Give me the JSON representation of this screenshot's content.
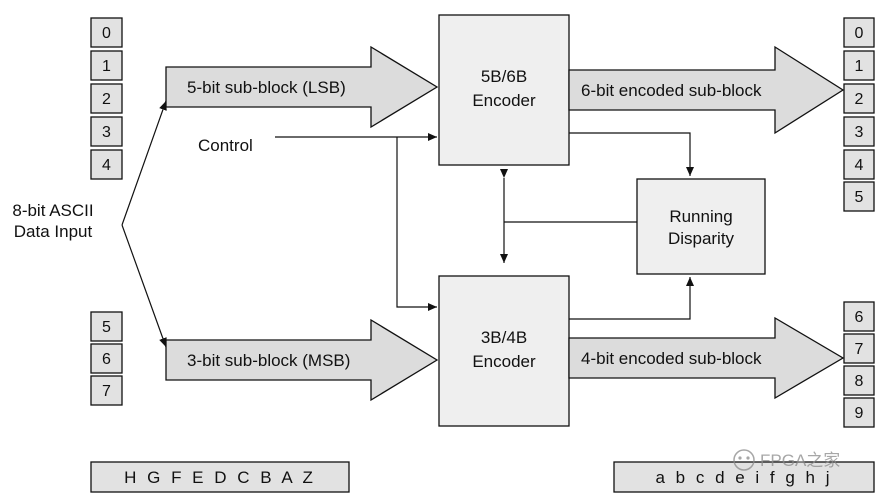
{
  "input": {
    "label_line1": "8-bit ASCII",
    "label_line2": "Data Input",
    "bits_top": [
      "0",
      "1",
      "2",
      "3",
      "4"
    ],
    "bits_bottom": [
      "5",
      "6",
      "7"
    ],
    "bit_order": "H G F E D C B A Z"
  },
  "control_label": "Control",
  "lsb_arrow_label": "5-bit sub-block (LSB)",
  "msb_arrow_label": "3-bit sub-block (MSB)",
  "enc56": {
    "line1": "5B/6B",
    "line2": "Encoder"
  },
  "enc34": {
    "line1": "3B/4B",
    "line2": "Encoder"
  },
  "disparity": {
    "line1": "Running",
    "line2": "Disparity"
  },
  "out6_label": "6-bit encoded sub-block",
  "out4_label": "4-bit encoded sub-block",
  "output": {
    "bits_top": [
      "0",
      "1",
      "2",
      "3",
      "4",
      "5"
    ],
    "bits_bottom": [
      "6",
      "7",
      "8",
      "9"
    ],
    "bit_order": "a b c d e i f g h j"
  },
  "watermark": "FPGA之家",
  "colors": {
    "box_fill": "#efefef",
    "arrow_fill": "#dcdcdc",
    "stroke": "#111111"
  }
}
